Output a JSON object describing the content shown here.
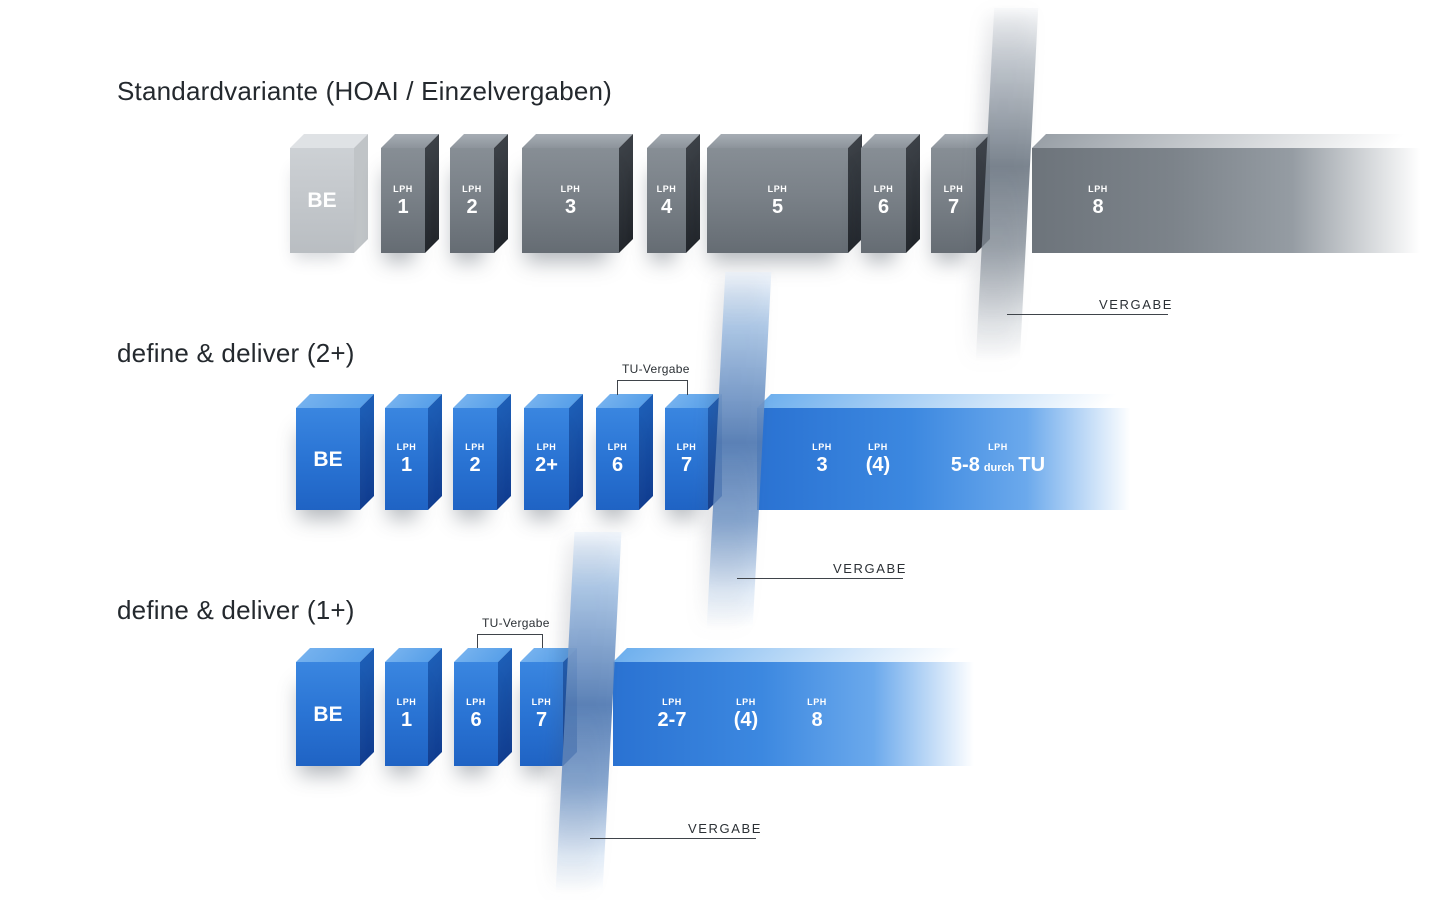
{
  "colors": {
    "block_blue": "#2e7cd6",
    "block_gray": "#7b828a",
    "divider_gray": "#78828e",
    "divider_blue": "#547cb4",
    "text_dark": "#2b3035"
  },
  "rows": [
    {
      "title": "Standardvariante (HOAI / Einzelvergaben)",
      "vergabe": "VERGABE",
      "blocks": [
        {
          "num": "BE"
        },
        {
          "sub": "LPH",
          "num": "1"
        },
        {
          "sub": "LPH",
          "num": "2"
        },
        {
          "sub": "LPH",
          "num": "3"
        },
        {
          "sub": "LPH",
          "num": "4"
        },
        {
          "sub": "LPH",
          "num": "5"
        },
        {
          "sub": "LPH",
          "num": "6"
        },
        {
          "sub": "LPH",
          "num": "7"
        },
        {
          "sub": "LPH",
          "num": "8"
        }
      ]
    },
    {
      "title": "define & deliver (2+)",
      "vergabe": "VERGABE",
      "tu_vergabe": "TU-Vergabe",
      "blocks": [
        {
          "num": "BE"
        },
        {
          "sub": "LPH",
          "num": "1"
        },
        {
          "sub": "LPH",
          "num": "2"
        },
        {
          "sub": "LPH",
          "num": "2+"
        },
        {
          "sub": "LPH",
          "num": "6"
        },
        {
          "sub": "LPH",
          "num": "7"
        }
      ],
      "tu_block": {
        "segments": [
          {
            "sub": "LPH",
            "num": "3"
          },
          {
            "sub": "LPH",
            "num": "(4)"
          },
          {
            "sub": "LPH",
            "num": "5-8",
            "small": "durch",
            "tail": "TU"
          }
        ]
      }
    },
    {
      "title": "define & deliver (1+)",
      "vergabe": "VERGABE",
      "tu_vergabe": "TU-Vergabe",
      "blocks": [
        {
          "num": "BE"
        },
        {
          "sub": "LPH",
          "num": "1"
        },
        {
          "sub": "LPH",
          "num": "6"
        },
        {
          "sub": "LPH",
          "num": "7"
        }
      ],
      "tu_block": {
        "segments": [
          {
            "sub": "LPH",
            "num": "2-7"
          },
          {
            "sub": "LPH",
            "num": "(4)"
          },
          {
            "sub": "LPH",
            "num": "8"
          }
        ]
      }
    }
  ]
}
